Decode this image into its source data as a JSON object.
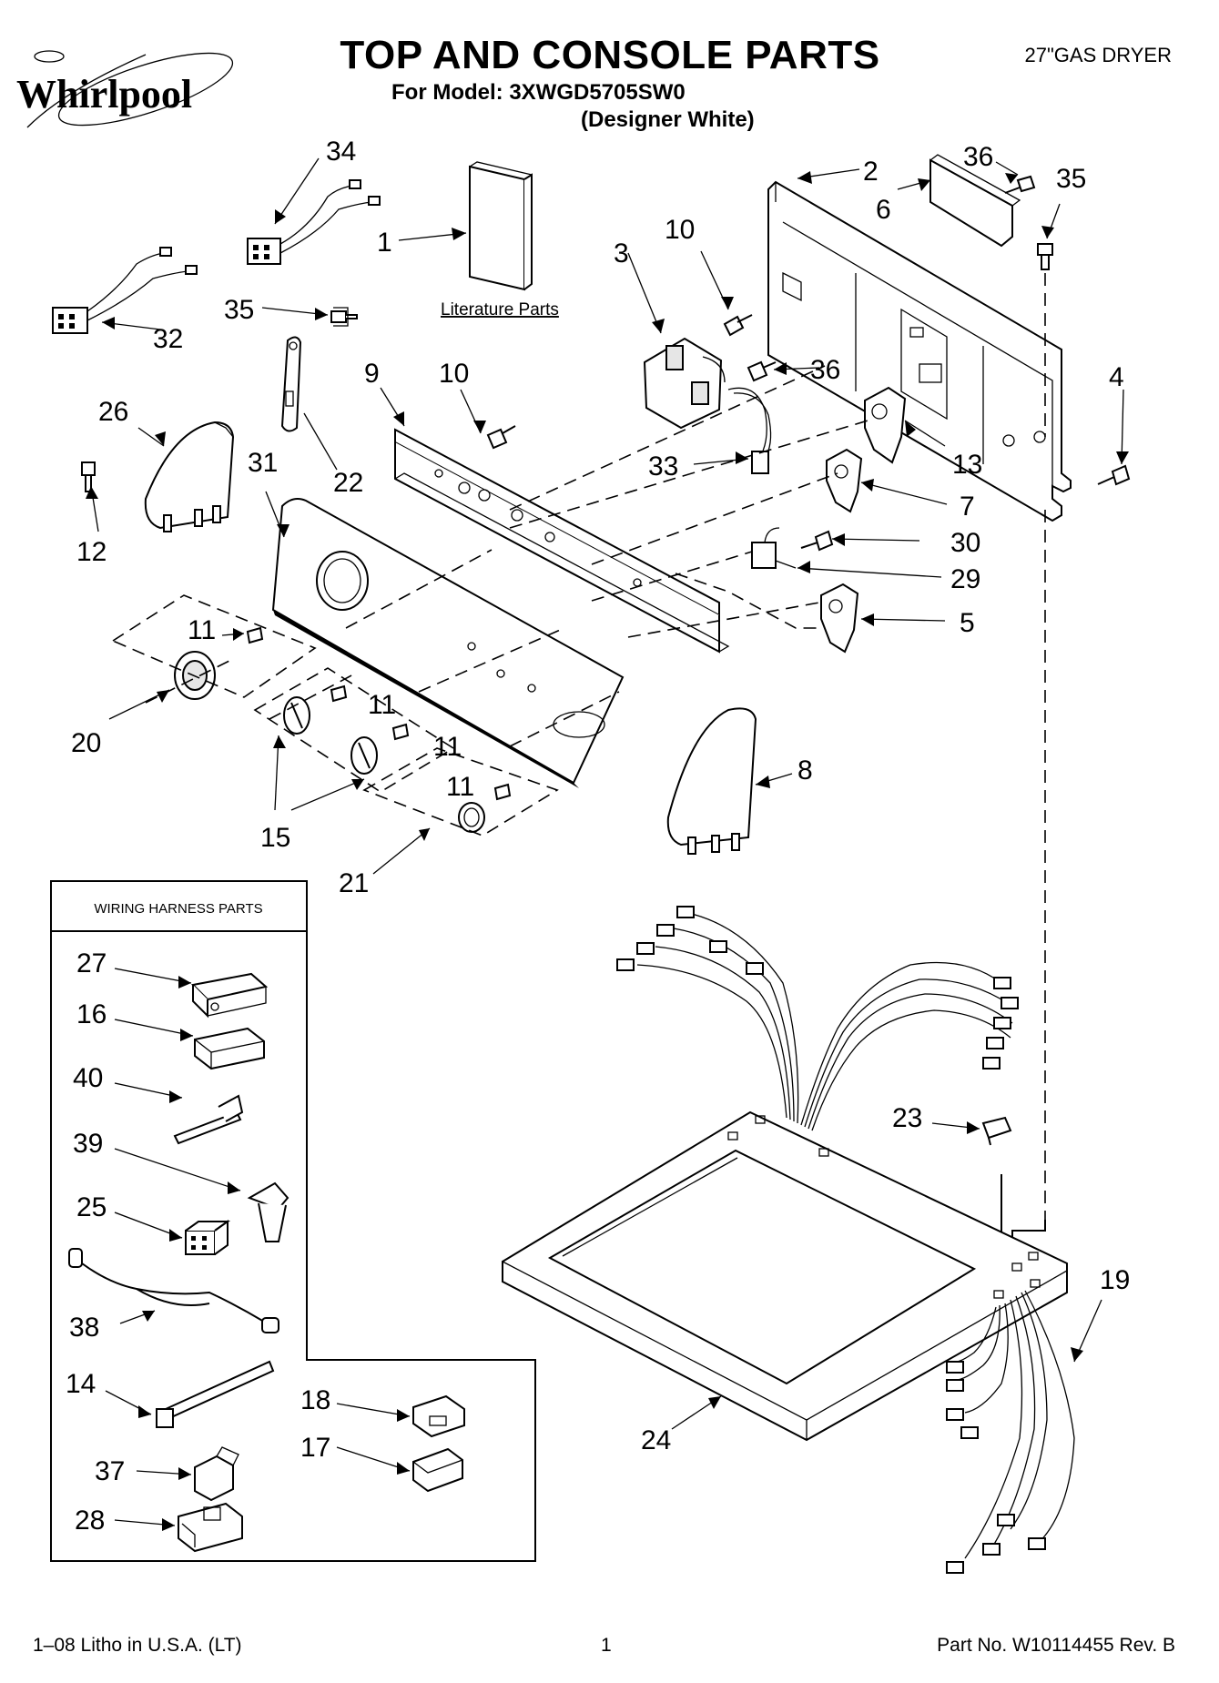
{
  "header": {
    "brand": "Whirlpool",
    "title": "TOP AND CONSOLE PARTS",
    "model_line": "For Model: 3XWGD5705SW0",
    "variant_line": "(Designer White)",
    "product": "27\"GAS DRYER"
  },
  "literature_label": "Literature Parts",
  "wiring_box_title": "WIRING HARNESS PARTS",
  "callouts": {
    "c34": "34",
    "c1": "1",
    "c32": "32",
    "c35a": "35",
    "c3": "3",
    "c10a": "10",
    "c2": "2",
    "c36a": "36",
    "c6": "6",
    "c35b": "35",
    "c9": "9",
    "c10b": "10",
    "c36b": "36",
    "c26": "26",
    "c31": "31",
    "c22": "22",
    "c12": "12",
    "c33": "33",
    "c13": "13",
    "c4": "4",
    "c7": "7",
    "c30": "30",
    "c29": "29",
    "c5": "5",
    "c11a": "11",
    "c11b": "11",
    "c11c": "11",
    "c11d": "11",
    "c20": "20",
    "c15": "15",
    "c8": "8",
    "c21": "21",
    "c27": "27",
    "c16": "16",
    "c40": "40",
    "c39": "39",
    "c25": "25",
    "c38": "38",
    "c14": "14",
    "c18": "18",
    "c17": "17",
    "c37": "37",
    "c28": "28",
    "c23": "23",
    "c19": "19",
    "c24": "24"
  },
  "footer": {
    "left": "1–08 Litho in U.S.A. (LT)",
    "page": "1",
    "part_no": "Part No. W10114455 Rev. B"
  }
}
